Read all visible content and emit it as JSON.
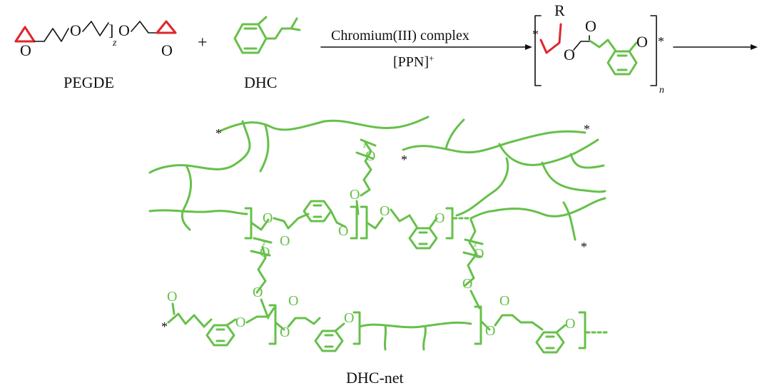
{
  "reagents": {
    "pegde_label": "PEGDE",
    "dhc_label": "DHC",
    "plus": "+",
    "subscript_z": "z",
    "atom_o": "O"
  },
  "reaction": {
    "catalyst": "Chromium(III) complex",
    "cocatalyst": "[PPN]",
    "cocatalyst_charge": "+"
  },
  "polymer": {
    "r_group": "R",
    "end_star": "*",
    "subscript_n": "n"
  },
  "network": {
    "label": "DHC-net",
    "star": "*",
    "subscript_z": "z"
  },
  "colors": {
    "ring_green": "#66c04a",
    "epoxide_red": "#e0262a",
    "ink": "#111111"
  }
}
